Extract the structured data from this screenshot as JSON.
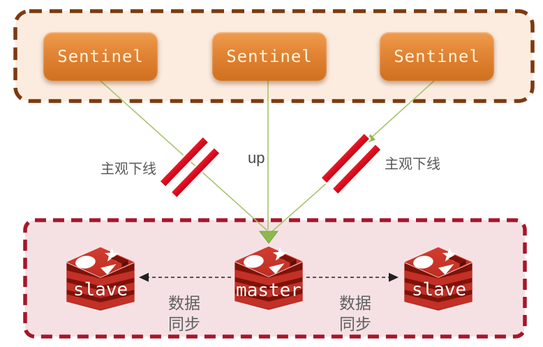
{
  "sentinel_zone": {
    "sentinels": [
      {
        "label": "Sentinel"
      },
      {
        "label": "Sentinel"
      },
      {
        "label": "Sentinel"
      }
    ]
  },
  "edges": {
    "left_offline_label": "主观下线",
    "up_label": "up",
    "right_offline_label": "主观下线"
  },
  "replication_zone": {
    "nodes": [
      {
        "label": "slave"
      },
      {
        "label": "master"
      },
      {
        "label": "slave"
      }
    ],
    "sync_left_label": "数据\n同步",
    "sync_right_label": "数据\n同步"
  },
  "colors": {
    "sentinel_zone_fill": "#fcecdf",
    "sentinel_zone_border": "#7c3a10",
    "replication_zone_fill": "#f5e1e4",
    "replication_zone_border": "#a6162a",
    "sentinel_box_orange": "#e18434",
    "monitor_line_green": "#a9c26c",
    "arrow_green": "#8cb94e",
    "break_mark_red": "#d80016",
    "redis_red": "#c23026",
    "sync_arrow_black": "#222222",
    "label_gray": "#5a5a5a"
  }
}
